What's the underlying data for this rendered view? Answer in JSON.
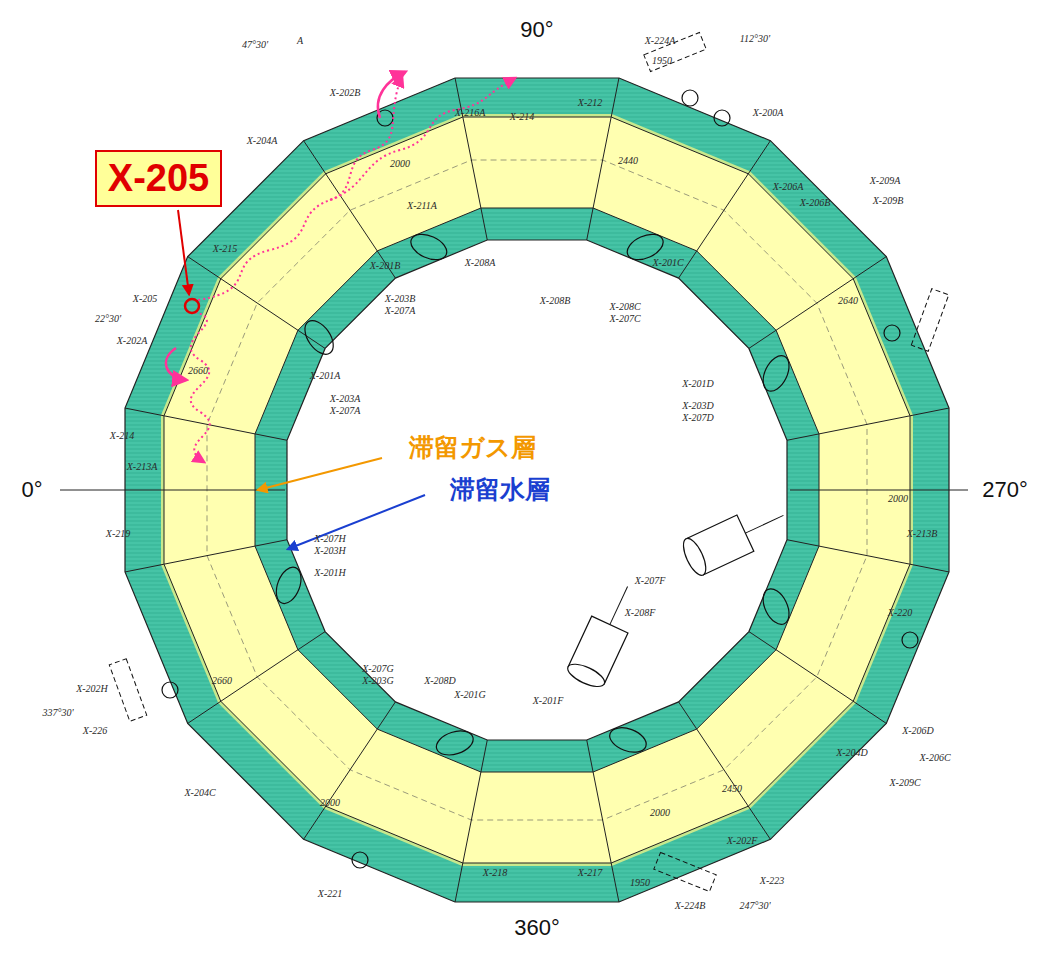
{
  "diagram": {
    "nodes": [
      {
        "text": [
          "X-205"
        ]
      }
    ],
    "edges": [],
    "labels": [
      "90°",
      "0°",
      "270°",
      "360°",
      "滞留ガス層",
      "滞留水層",
      "47°30'",
      "A",
      "X-202B",
      "X-204A",
      "2000",
      "X-216A",
      "X-214",
      "X-211A",
      "X-212",
      "X-224A",
      "1950",
      "112°30'",
      "2440",
      "X-200A",
      "X-206A",
      "X-206B",
      "X-209A",
      "X-209B",
      "X-215",
      "X-205",
      "22°30'",
      "X-202A",
      "2660",
      "X-201B",
      "X-208A",
      "X-203B",
      "X-207A",
      "X-208B",
      "X-208C",
      "X-207C",
      "X-201C",
      "2640",
      "X-201A",
      "X-203A",
      "X-207A",
      "X-201D",
      "X-203D",
      "X-207D",
      "X-214",
      "X-213A",
      "X-219",
      "X-207H",
      "X-203H",
      "X-201H",
      "X-213B",
      "2000",
      "X-202H",
      "337°30'",
      "X-226",
      "2660",
      "X-207G",
      "X-203G",
      "X-208D",
      "X-201G",
      "X-201F",
      "X-208F",
      "X-207F",
      "X-220",
      "X-204C",
      "2000",
      "X-221",
      "X-218",
      "X-217",
      "2000",
      "2450",
      "X-204D",
      "X-206D",
      "X-206C",
      "X-209C",
      "X-202F",
      "X-223",
      "X-224B",
      "1950",
      "247°30'"
    ]
  }
}
